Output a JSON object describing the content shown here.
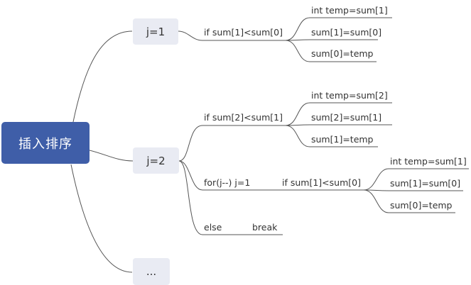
{
  "root": {
    "label": "插入排序"
  },
  "branches": {
    "j1": {
      "label": "j=1",
      "condition": "if sum[1]<sum[0]",
      "steps": [
        "int temp=sum[1]",
        "sum[1]=sum[0]",
        "sum[0]=temp"
      ]
    },
    "j2": {
      "label": "j=2",
      "condition": "if sum[2]<sum[1]",
      "steps": [
        "int temp=sum[2]",
        "sum[2]=sum[1]",
        "sum[1]=temp"
      ],
      "loop": {
        "label": "for(j--) j=1",
        "condition": "if sum[1]<sum[0]",
        "steps": [
          "int temp=sum[1]",
          "sum[1]=sum[0]",
          "sum[0]=temp"
        ]
      },
      "else": {
        "label": "else",
        "action": "break"
      }
    },
    "more": {
      "label": "..."
    }
  },
  "colors": {
    "root_fill": "#3f5ea8",
    "box_fill": "#e9ebf3",
    "line": "#555555"
  }
}
